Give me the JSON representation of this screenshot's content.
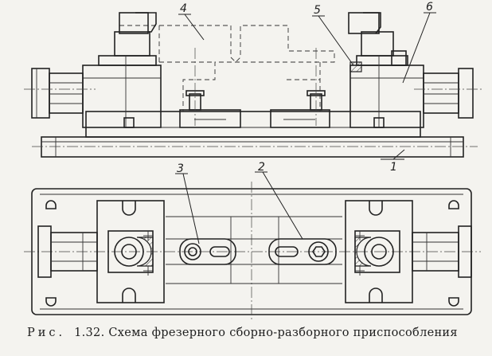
{
  "figure": {
    "callouts": [
      "1",
      "2",
      "3",
      "4",
      "5",
      "6"
    ],
    "caption_label": "Рис.",
    "caption_number": "1.32.",
    "caption_text": "Схема фрезерного сборно-разборного приспособления"
  }
}
